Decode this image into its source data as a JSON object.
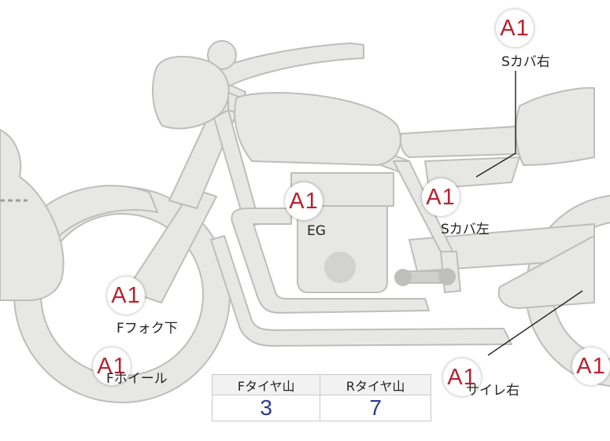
{
  "colors": {
    "part_fill": "#e7e7e5",
    "part_stroke": "#bdbdbb",
    "badge_text": "#b8232f",
    "table_value": "#2b3a93"
  },
  "badges": [
    {
      "id": "s-cover-right",
      "code": "A1",
      "label": "Sカバ右"
    },
    {
      "id": "engine",
      "code": "A1",
      "label": "EG"
    },
    {
      "id": "s-cover-left",
      "code": "A1",
      "label": "Sカバ左"
    },
    {
      "id": "f-fork-lower",
      "code": "A1",
      "label": "Fフォク下"
    },
    {
      "id": "f-wheel",
      "code": "A1",
      "label": "Fホイール"
    },
    {
      "id": "silencer-right",
      "code": "A1",
      "label": "サイレ右"
    },
    {
      "id": "rear-edge",
      "code": "A1"
    }
  ],
  "tire_table": {
    "headers": [
      "Fタイヤ山",
      "Rタイヤ山"
    ],
    "values": [
      "3",
      "7"
    ]
  }
}
